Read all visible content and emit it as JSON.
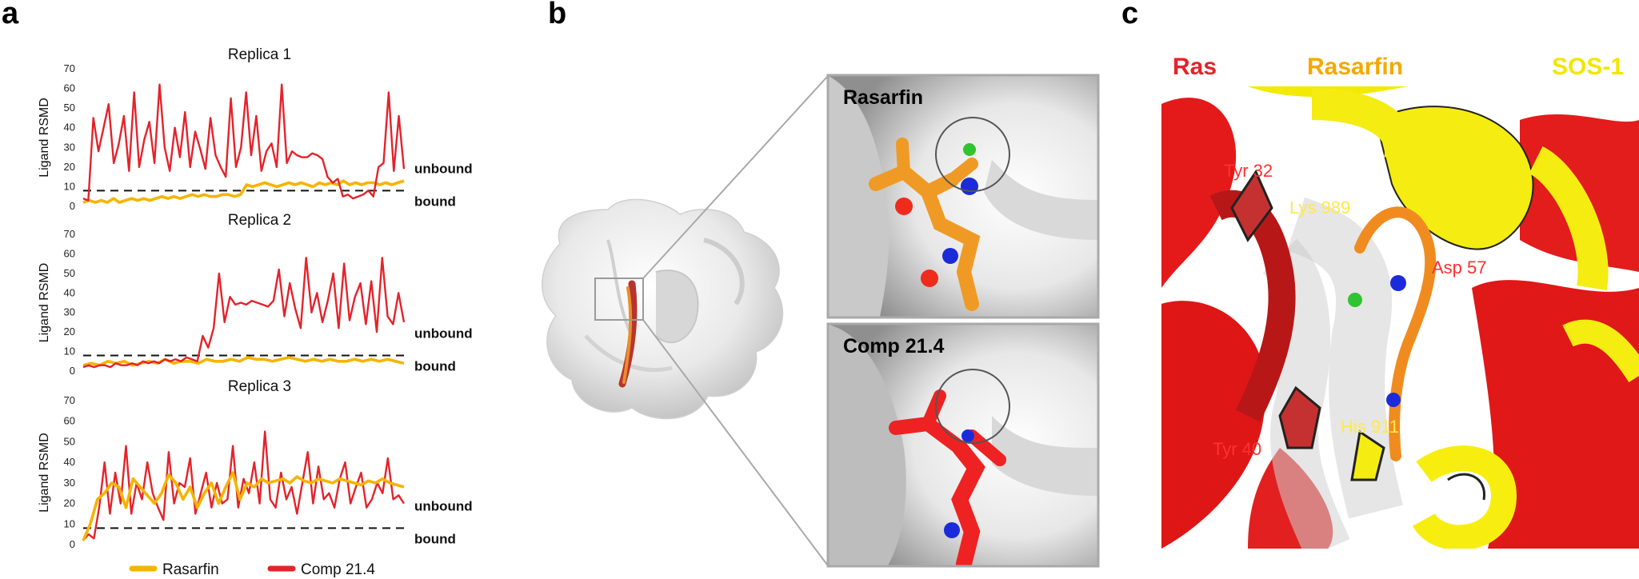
{
  "panels": {
    "a": "a",
    "b": "b",
    "c": "c"
  },
  "chart_data": {
    "type": "line",
    "y_axis_label": "Ligand RSMD",
    "yticks": [
      0,
      10,
      20,
      30,
      40,
      50,
      60,
      70
    ],
    "ylim": [
      0,
      70
    ],
    "threshold": 8,
    "state_labels": {
      "unbound": "unbound",
      "bound": "bound"
    },
    "legend": [
      {
        "name": "Rasarfin",
        "color": "#f5b400"
      },
      {
        "name": "Comp 21.4",
        "color": "#e4232b"
      }
    ],
    "replicas": [
      {
        "title": "Replica 1",
        "rasarfin": [
          2,
          3,
          2,
          3,
          2,
          4,
          2,
          3,
          4,
          3,
          4,
          3,
          4,
          5,
          4,
          5,
          4,
          5,
          6,
          5,
          6,
          5,
          5,
          6,
          6,
          5,
          6,
          11,
          10,
          11,
          12,
          11,
          10,
          11,
          12,
          11,
          12,
          11,
          10,
          12,
          11,
          12,
          11,
          13,
          11,
          12,
          11,
          12,
          12,
          11,
          12,
          11,
          12,
          13
        ],
        "comp214": [
          4,
          3,
          45,
          28,
          40,
          52,
          22,
          32,
          46,
          18,
          58,
          20,
          34,
          43,
          22,
          62,
          30,
          18,
          40,
          25,
          48,
          20,
          38,
          29,
          19,
          45,
          26,
          20,
          15,
          55,
          20,
          30,
          58,
          26,
          46,
          18,
          28,
          32,
          20,
          62,
          22,
          28,
          26,
          25,
          25,
          27,
          26,
          24,
          15,
          12,
          14,
          5,
          6,
          4,
          5,
          6,
          8,
          5,
          20,
          22,
          58,
          18,
          46,
          19
        ]
      },
      {
        "title": "Replica 2",
        "rasarfin": [
          3,
          4,
          3,
          5,
          4,
          5,
          3,
          4,
          5,
          4,
          6,
          4,
          5,
          5,
          4,
          6,
          5,
          5,
          6,
          5,
          7,
          6,
          6,
          5,
          6,
          7,
          6,
          5,
          6,
          5,
          6,
          5,
          5,
          6,
          5,
          6,
          5,
          6,
          5,
          4
        ],
        "comp214": [
          2,
          3,
          2,
          3,
          3,
          2,
          4,
          3,
          3,
          4,
          3,
          5,
          4,
          5,
          4,
          6,
          5,
          6,
          5,
          7,
          6,
          5,
          18,
          12,
          22,
          50,
          25,
          38,
          34,
          35,
          34,
          36,
          35,
          34,
          33,
          36,
          52,
          28,
          45,
          32,
          22,
          58,
          30,
          40,
          25,
          36,
          50,
          22,
          55,
          26,
          38,
          45,
          24,
          46,
          20,
          58,
          28,
          24,
          40,
          25
        ]
      },
      {
        "title": "Replica 3",
        "rasarfin": [
          2,
          10,
          22,
          25,
          30,
          28,
          18,
          32,
          28,
          24,
          20,
          25,
          34,
          30,
          22,
          28,
          18,
          25,
          30,
          20,
          28,
          35,
          22,
          30,
          28,
          32,
          30,
          31,
          32,
          30,
          33,
          31,
          30,
          32,
          31,
          30,
          32,
          31,
          30,
          29,
          31,
          30,
          32,
          30,
          29,
          28
        ],
        "comp214": [
          2,
          5,
          3,
          18,
          40,
          15,
          35,
          20,
          48,
          15,
          30,
          22,
          40,
          25,
          18,
          12,
          45,
          20,
          30,
          28,
          42,
          15,
          25,
          35,
          18,
          30,
          20,
          22,
          48,
          18,
          32,
          25,
          40,
          20,
          55,
          22,
          18,
          35,
          22,
          28,
          15,
          30,
          45,
          20,
          38,
          22,
          25,
          18,
          32,
          40,
          20,
          28,
          35,
          18,
          22,
          30,
          25,
          42,
          22,
          24,
          20
        ]
      }
    ]
  },
  "panel_b": {
    "inset_top_title": "Rasarfin",
    "inset_bottom_title": "Comp 21.4"
  },
  "panel_c": {
    "headers": [
      {
        "text": "Ras",
        "color": "#e4232b"
      },
      {
        "text": "Rasarfin",
        "color": "#f5a800"
      },
      {
        "text": "SOS-1",
        "color": "#f2e600"
      }
    ],
    "residues": [
      {
        "text": "Tyr 32",
        "color": "#ff3030"
      },
      {
        "text": "Lys 989",
        "color": "#ffe84d"
      },
      {
        "text": "Asp 57",
        "color": "#ff3030"
      },
      {
        "text": "His 911",
        "color": "#ffe84d"
      },
      {
        "text": "Tyr 40",
        "color": "#ff3030"
      }
    ]
  }
}
